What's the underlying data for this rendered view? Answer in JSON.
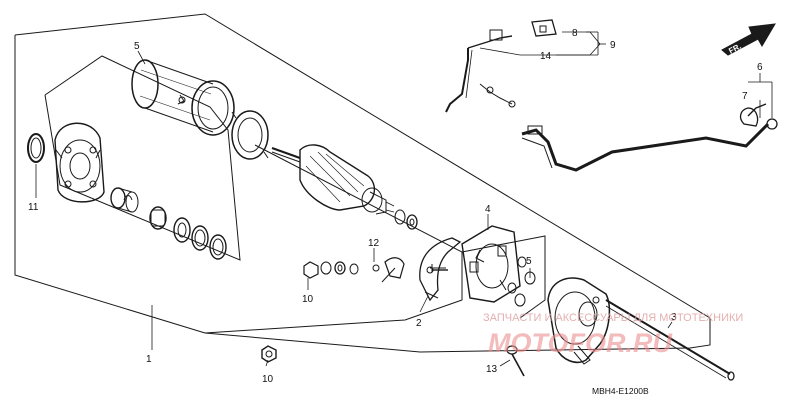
{
  "callouts": {
    "n1": "1",
    "n2": "2",
    "n3": "3",
    "n4": "4",
    "n5_top": "5",
    "n5_right": "5",
    "n6": "6",
    "n7": "7",
    "n8": "8",
    "n9": "9",
    "n10_a": "10",
    "n10_b": "10",
    "n11": "11",
    "n12": "12",
    "n13": "13",
    "n14": "14"
  },
  "direction_marker": "FR.",
  "diagram_code": "MBH4-E1200B",
  "watermark": {
    "caption": "ЗАПЧАСТИ И АКСЕССУАРЫ ДЛЯ МОТОТЕХНИКИ",
    "brand": "MOTOFOR.RU"
  },
  "colors": {
    "line": "#1a1a1a",
    "watermark": "#ec8e8e"
  }
}
